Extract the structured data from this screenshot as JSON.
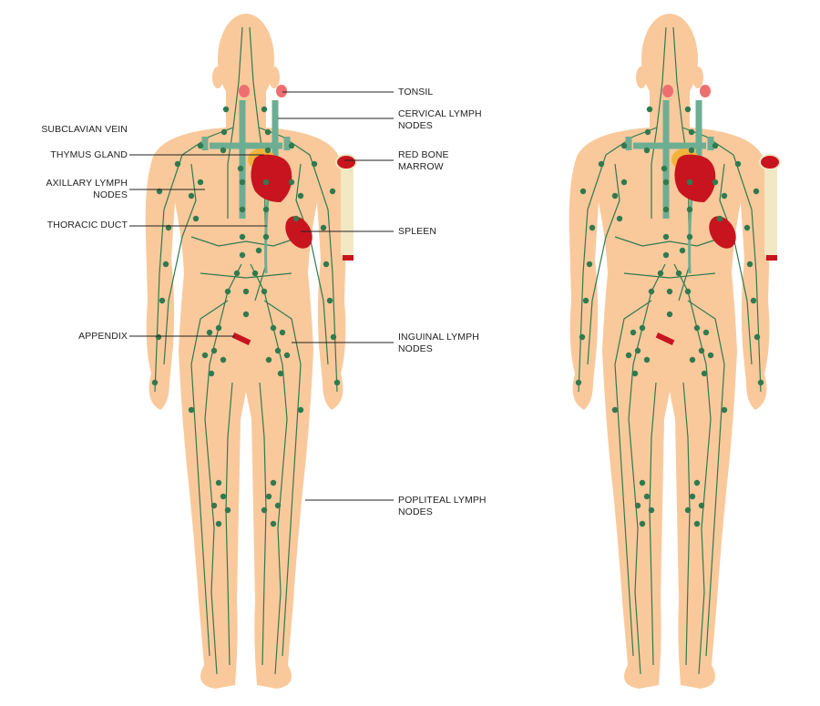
{
  "title": "Human lymphatic system diagram",
  "labels_left": [
    {
      "id": "subclavian-vein",
      "text": "SUBCLAVIAN VEIN"
    },
    {
      "id": "thymus-gland",
      "text": "THYMUS GLAND"
    },
    {
      "id": "axillary-lymph-nodes",
      "text": "AXILLARY LYMPH NODES"
    },
    {
      "id": "thoracic-duct",
      "text": "THORACIC DUCT"
    },
    {
      "id": "appendix",
      "text": "APPENDIX"
    }
  ],
  "labels_right": [
    {
      "id": "tonsil",
      "text": "TONSIL"
    },
    {
      "id": "cervical-lymph-nodes",
      "text": "CERVICAL LYMPH NODES"
    },
    {
      "id": "red-bone-marrow",
      "text": "RED BONE MARROW"
    },
    {
      "id": "spleen",
      "text": "SPLEEN"
    },
    {
      "id": "inguinal-lymph-nodes",
      "text": "INGUINAL LYMPH NODES"
    },
    {
      "id": "popliteal-lymph-nodes",
      "text": "POPLITEAL LYMPH NODES"
    }
  ],
  "colors": {
    "skin": "#F9C99C",
    "node": "#2F7A4E",
    "vessel": "#6DAE93",
    "organ": "#C8141E",
    "thymus": "#F2B33D",
    "bone": "#F2E8C4",
    "tonsil": "#EE6F6F"
  }
}
